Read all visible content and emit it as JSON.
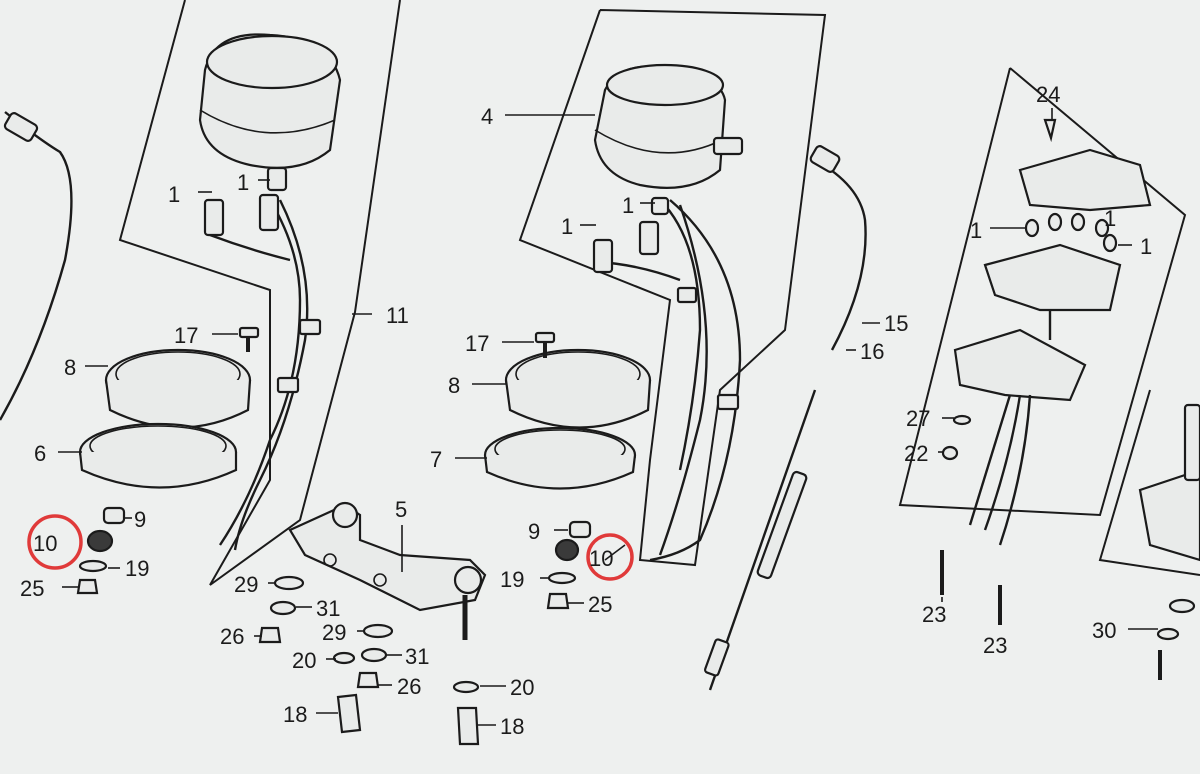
{
  "callouts": [
    {
      "id": "1a",
      "text": "1"
    },
    {
      "id": "1b",
      "text": "1"
    },
    {
      "id": "1c",
      "text": "1"
    },
    {
      "id": "1d",
      "text": "1"
    },
    {
      "id": "1e",
      "text": "1"
    },
    {
      "id": "1f",
      "text": "1"
    },
    {
      "id": "1g",
      "text": "1"
    },
    {
      "id": "4",
      "text": "4"
    },
    {
      "id": "5",
      "text": "5"
    },
    {
      "id": "6",
      "text": "6"
    },
    {
      "id": "7",
      "text": "7"
    },
    {
      "id": "8a",
      "text": "8"
    },
    {
      "id": "8b",
      "text": "8"
    },
    {
      "id": "9a",
      "text": "9"
    },
    {
      "id": "9b",
      "text": "9"
    },
    {
      "id": "10a",
      "text": "10"
    },
    {
      "id": "10b",
      "text": "10"
    },
    {
      "id": "11",
      "text": "11"
    },
    {
      "id": "15",
      "text": "15"
    },
    {
      "id": "16",
      "text": "16"
    },
    {
      "id": "17a",
      "text": "17"
    },
    {
      "id": "17b",
      "text": "17"
    },
    {
      "id": "18a",
      "text": "18"
    },
    {
      "id": "18b",
      "text": "18"
    },
    {
      "id": "19a",
      "text": "19"
    },
    {
      "id": "19b",
      "text": "19"
    },
    {
      "id": "20a",
      "text": "20"
    },
    {
      "id": "20b",
      "text": "20"
    },
    {
      "id": "22",
      "text": "22"
    },
    {
      "id": "23a",
      "text": "23"
    },
    {
      "id": "23b",
      "text": "23"
    },
    {
      "id": "24",
      "text": "24"
    },
    {
      "id": "25a",
      "text": "25"
    },
    {
      "id": "25b",
      "text": "25"
    },
    {
      "id": "26a",
      "text": "26"
    },
    {
      "id": "26b",
      "text": "26"
    },
    {
      "id": "27",
      "text": "27"
    },
    {
      "id": "29a",
      "text": "29"
    },
    {
      "id": "29b",
      "text": "29"
    },
    {
      "id": "30",
      "text": "30"
    },
    {
      "id": "31a",
      "text": "31"
    },
    {
      "id": "31b",
      "text": "31"
    }
  ],
  "colors": {
    "highlight": "#e03a3a",
    "ink": "#1b1b1b",
    "paper": "#eef0ef"
  }
}
